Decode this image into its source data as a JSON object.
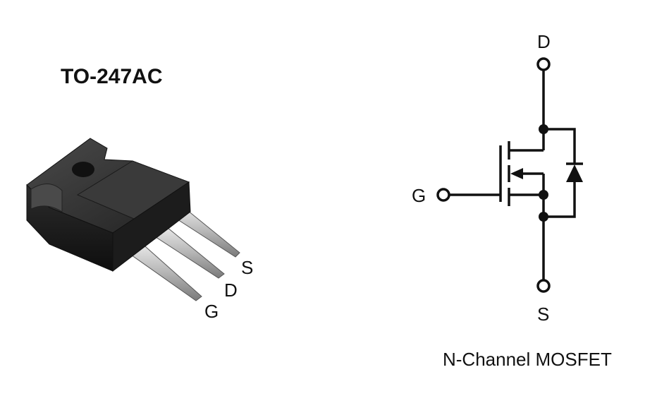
{
  "package": {
    "title": "TO-247AC",
    "pins": {
      "s": "S",
      "d": "D",
      "g": "G"
    }
  },
  "schematic": {
    "drain_label": "D",
    "gate_label": "G",
    "source_label": "S",
    "caption": "N-Channel MOSFET"
  },
  "colors": {
    "ink": "#111111",
    "body_dark": "#2a2a2a",
    "lead_metal": "#b8b8b8"
  }
}
